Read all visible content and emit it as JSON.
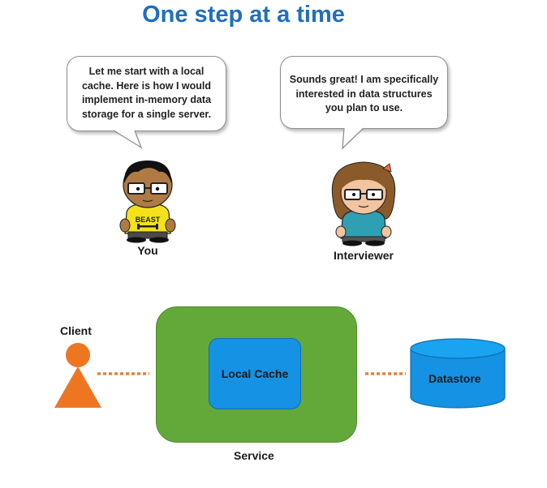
{
  "title": "One step at a time",
  "bubble_you": {
    "lines": [
      "Let me start with a local",
      "cache. Here is how I would",
      "implement in-memory data",
      "storage for a single server."
    ]
  },
  "bubble_interviewer": {
    "lines": [
      "Sounds great! I am specifically",
      "interested in data structures",
      "you plan to use."
    ]
  },
  "characters": {
    "you_label": "You",
    "you_shirt_text": "BEAST",
    "interviewer_label": "Interviewer"
  },
  "diagram": {
    "client_label": "Client",
    "service_label": "Service",
    "cache_label": "Local Cache",
    "datastore_label": "Datastore"
  },
  "colors": {
    "title": "#1f6fbf",
    "service": "#63a93a",
    "cache": "#1592e3",
    "datastore": "#1592e3",
    "client": "#ee7623",
    "connector": "#e8803a"
  }
}
